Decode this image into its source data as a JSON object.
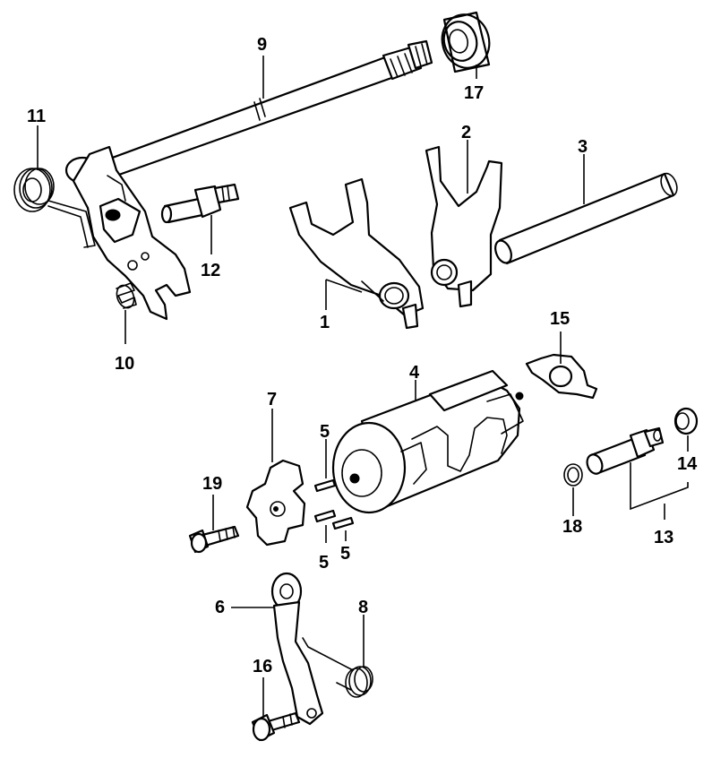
{
  "callouts": {
    "c1": "1",
    "c2": "2",
    "c3": "3",
    "c4": "4",
    "c5a": "5",
    "c5b": "5",
    "c5c": "5",
    "c6": "6",
    "c7": "7",
    "c8": "8",
    "c9": "9",
    "c10": "10",
    "c11": "11",
    "c12": "12",
    "c13": "13",
    "c14": "14",
    "c15": "15",
    "c16": "16",
    "c17": "17",
    "c18": "18",
    "c19": "19"
  },
  "colors": {
    "line": "#000000",
    "background": "#ffffff"
  }
}
